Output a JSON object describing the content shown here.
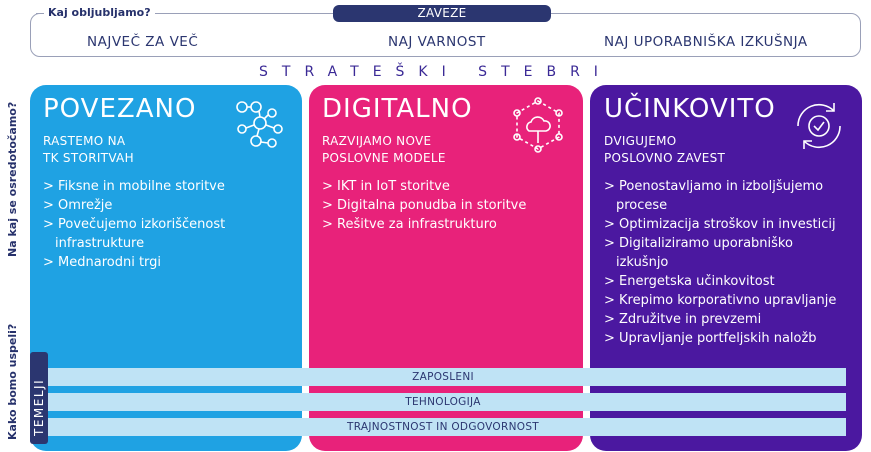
{
  "commitments": {
    "question": "Kaj obljubljamo?",
    "tag": "ZAVEZE",
    "items": [
      "NAJVEČ ZA VEČ",
      "NAJ VARNOST",
      "NAJ UPORABNIŠKA IZKUŠNJA"
    ]
  },
  "pillars_title": "STRATEŠKI STEBRI",
  "side_questions": {
    "focus": "Na kaj se osredotočamo?",
    "success": "Kako bomo uspeli?"
  },
  "pillars": [
    {
      "title": "POVEZANO",
      "subtitle": [
        "RASTEMO NA",
        "TK STORITVAH"
      ],
      "icon": "network-nodes-icon",
      "color": "#1fa2e3",
      "items": [
        "> Fiksne in mobilne storitve",
        "> Omrežje",
        "> Povečujemo izkoriščenost",
        "infrastrukture",
        "> Mednarodni trgi"
      ]
    },
    {
      "title": "DIGITALNO",
      "subtitle": [
        "RAZVIJAMO NOVE",
        "POSLOVNE MODELE"
      ],
      "icon": "cloud-network-icon",
      "color": "#e8227a",
      "items": [
        "> IKT in IoT storitve",
        "> Digitalna ponudba in storitve",
        "> Rešitve za infrastrukturo"
      ]
    },
    {
      "title": "UČINKOVITO",
      "subtitle": [
        "DVIGUJEMO",
        "POSLOVNO ZAVEST"
      ],
      "icon": "refresh-check-icon",
      "color": "#4b18a0",
      "items": [
        "> Poenostavljamo in izboljšujemo",
        "procese",
        "> Optimizacija stroškov in investicij",
        "> Digitaliziramo uporabniško",
        "izkušnjo",
        "> Energetska učinkovitost",
        "> Krepimo korporativno upravljanje",
        "> Združitve in prevzemi",
        "> Upravljanje portfeljskih naložb"
      ]
    }
  ],
  "foundations": {
    "label": "TEMELJI",
    "items": [
      "ZAPOSLENI",
      "TEHNOLOGIJA",
      "TRAJNOSTNOST IN ODGOVORNOST"
    ]
  }
}
